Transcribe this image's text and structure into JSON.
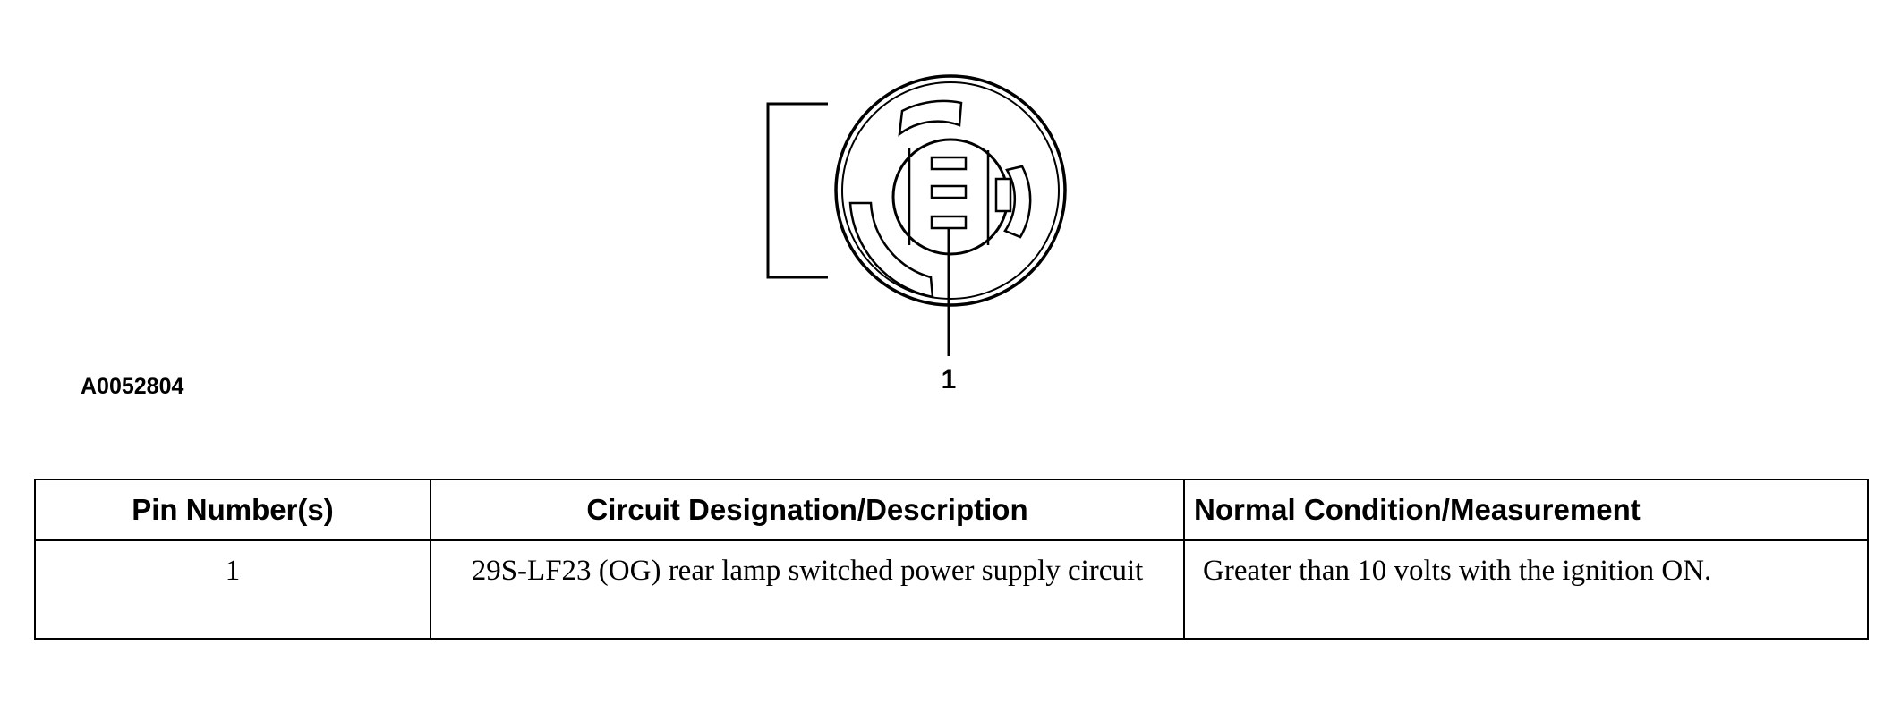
{
  "figure": {
    "id": "A0052804",
    "callout": "1"
  },
  "table": {
    "headers": {
      "pin": "Pin Number(s)",
      "description": "Circuit Designation/Description",
      "condition": "Normal Condition/Measurement"
    },
    "rows": [
      {
        "pin": "1",
        "description": "29S-LF23 (OG) rear lamp switched power supply circuit",
        "condition": "Greater than 10 volts with the ignition ON."
      }
    ]
  }
}
